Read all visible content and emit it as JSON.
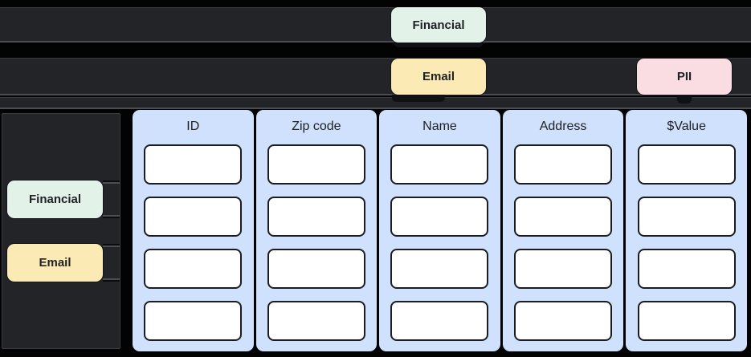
{
  "top_chips": [
    {
      "label": "Financial",
      "color": "#e3f2e8"
    },
    {
      "label": "Email",
      "color": "#fbeab3"
    },
    {
      "label": "PII",
      "color": "#f9dde2"
    }
  ],
  "sidebar": {
    "chips": [
      {
        "label": "Financial",
        "color": "#e3f2e8"
      },
      {
        "label": "Email",
        "color": "#fbeab3"
      }
    ]
  },
  "table": {
    "columns": [
      {
        "header": "ID"
      },
      {
        "header": "Zip code"
      },
      {
        "header": "Name"
      },
      {
        "header": "Address"
      },
      {
        "header": "$Value"
      }
    ],
    "rows_per_column": 4,
    "cells_empty": true
  },
  "colors": {
    "background": "#030304",
    "lane_fill": "#232428",
    "lane_highlight": "#4a4d53",
    "column_fill": "#cfe1fc",
    "cell_fill": "#ffffff",
    "cell_border": "#1b1c1f",
    "chip_text": "#202124"
  }
}
